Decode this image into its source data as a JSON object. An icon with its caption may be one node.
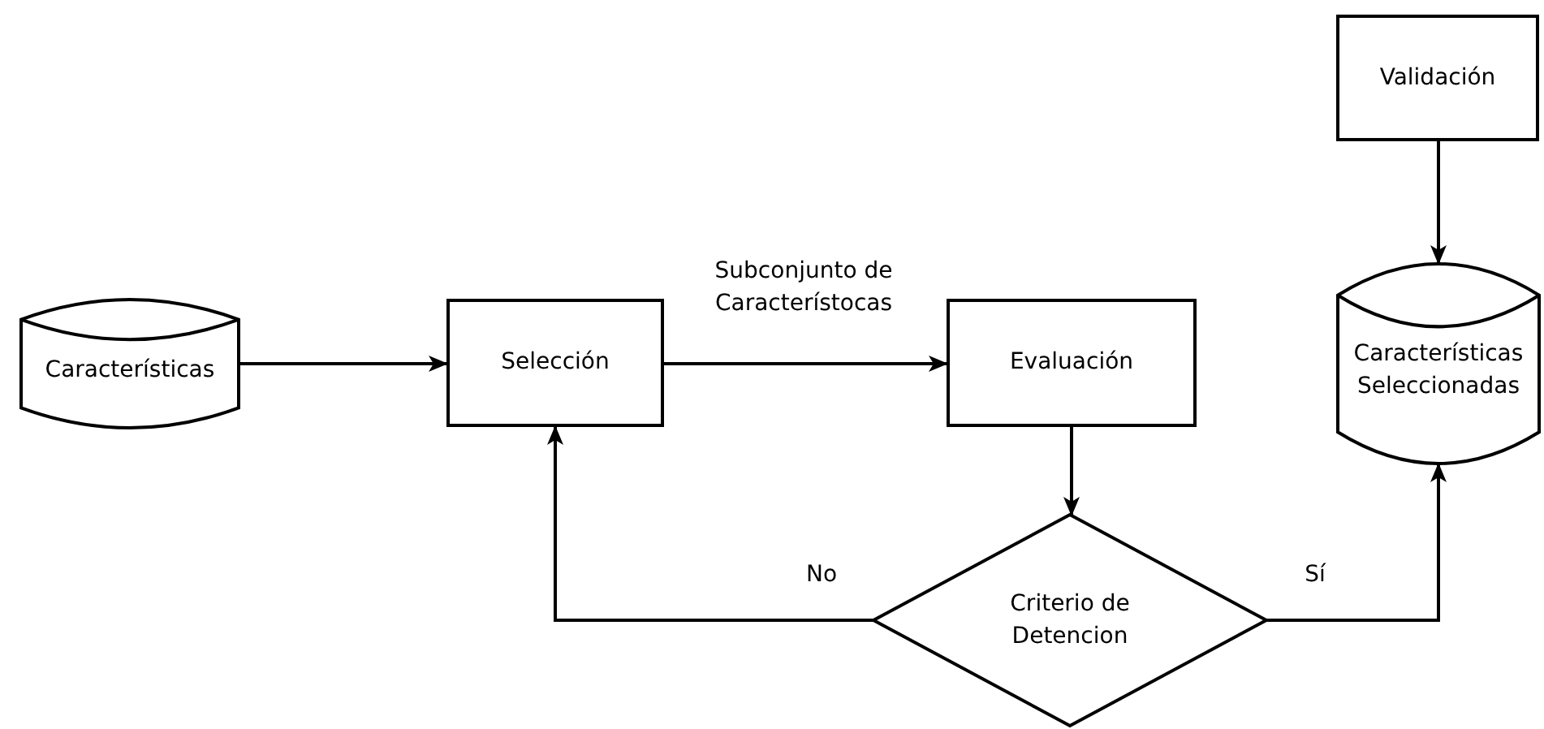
{
  "diagram": {
    "nodes": [
      {
        "text": [
          "Características"
        ]
      },
      {
        "text": [
          "Selección"
        ]
      },
      {
        "text": [
          "Evaluación"
        ]
      },
      {
        "text": [
          "Criterio de Detencion"
        ]
      },
      {
        "text": [
          "Validación"
        ]
      },
      {
        "text": [
          "Características Seleccionadas"
        ]
      }
    ],
    "edges": [
      {
        "from": 0,
        "to": 1,
        "arrow": "to"
      },
      {
        "from": 1,
        "to": 2,
        "arrow": "to",
        "label": "Subconjunto de Característocas"
      },
      {
        "from": 2,
        "to": 3,
        "arrow": "to"
      },
      {
        "from": 3,
        "to": 1,
        "arrow": "to",
        "label": "No"
      },
      {
        "from": 3,
        "to": 5,
        "arrow": "to",
        "label": "Sí"
      },
      {
        "from": 4,
        "to": 5,
        "arrow": "to"
      }
    ]
  }
}
